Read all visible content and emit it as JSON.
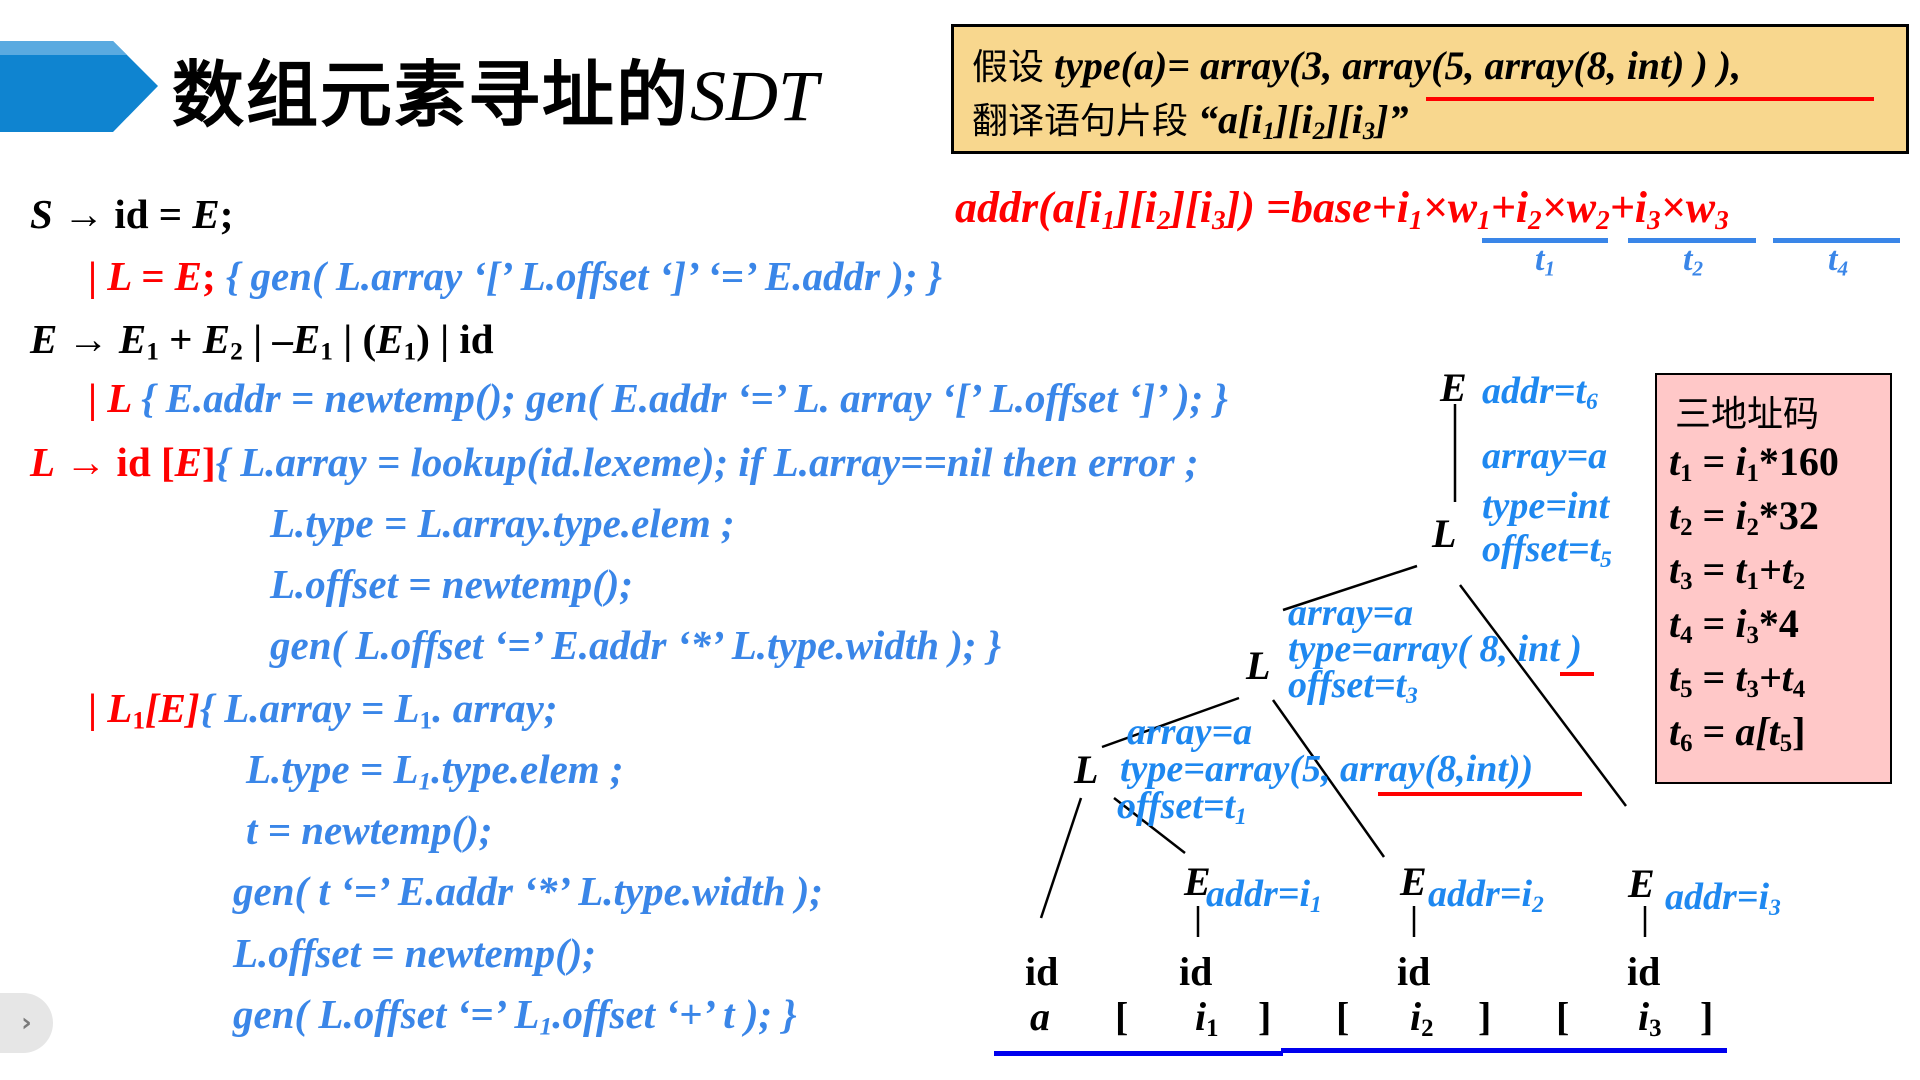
{
  "title": {
    "cn": "数组元素寻址的",
    "sdt": "SDT"
  },
  "colors": {
    "code_blue": "#3A86E8",
    "red": "#FF0000",
    "arrow_main": "#0F84D0",
    "arrow_light": "#5AAAE0",
    "assume_bg": "#F8D78E",
    "tac_bg": "#FFC8C8"
  },
  "assume": {
    "line1_cn": "假设",
    "line1_expr": "type(a)= array(3, array(5, array(8, int) ) ),",
    "line2_cn": "翻译语句片段",
    "line2_expr_pre": "“a[i",
    "line2_sub1": "1",
    "line2_mid1": "][i",
    "line2_sub2": "2",
    "line2_mid2": "][i",
    "line2_sub3": "3",
    "line2_post": "]”"
  },
  "formula": {
    "lhs": "addr(a[i",
    "s1": "1",
    "m1": "][i",
    "s2": "2",
    "m2": "][i",
    "s3": "3",
    "m3": "]) =base+",
    "term1": "i",
    "term1_sub": "1",
    "term1_x": "×w",
    "term1_wsub": "1",
    "plus1": "+",
    "term2": "i",
    "term2_sub": "2",
    "term2_x": "×w",
    "term2_wsub": "2",
    "plus2": "+",
    "term3": "i",
    "term3_sub": "3",
    "term3_x": "×w",
    "term3_wsub": "3",
    "labels": [
      {
        "t": "t",
        "sub": "1"
      },
      {
        "t": "t",
        "sub": "2"
      },
      {
        "t": "t",
        "sub": "4"
      }
    ]
  },
  "code": {
    "l1_lhs": "S",
    "l1_arrow": " → ",
    "l1_rest": "id = ",
    "l1_E": "E",
    "l1_semi": ";",
    "l2_bar": "| ",
    "l2_red": "L = E",
    "l2_semi": "; ",
    "l2_blue": "{ gen( L.array ‘[’ L.offset ‘]’ ‘=’ E.addr ); }",
    "l3_E": "E",
    "l3_arrow": " → ",
    "l3_E1": "E",
    "l3_sub1": "1",
    "l3_plus": " + ",
    "l3_E2": "E",
    "l3_sub2": "2",
    "l3_bar1": " | –",
    "l3_E3": "E",
    "l3_sub3": "1",
    "l3_bar2": " | (",
    "l3_E4": "E",
    "l3_sub4": "1",
    "l3_end": ") | id",
    "l4_bar": "| ",
    "l4_red": "L",
    "l4_blue": " { E.addr = newtemp(); gen( E.addr ‘=’ L. array ‘[’ L.offset ‘]’ ); }",
    "l5_red_L": "L",
    "l5_arrow": " → ",
    "l5_red_id": "id [",
    "l5_red_E": "E",
    "l5_red_close": "]",
    "l5_blue": "{ L.array = lookup(id.lexeme); if L.array==nil then error ;",
    "l6": "L.type = L.array.type.elem ;",
    "l7": "L.offset = newtemp();",
    "l8": "gen( L.offset ‘=’ E.addr ‘*’ L.type.width ); }",
    "l9_bar": "| ",
    "l9_L": "L",
    "l9_sub": "1",
    "l9_E": "[E]",
    "l9_blue_a": "{ L.array = L",
    "l9_blue_sub": "1",
    "l9_blue_b": ". array;",
    "l10_a": "L.type = L",
    "l10_sub": "1",
    "l10_b": ".type.elem ;",
    "l11": "t = newtemp();",
    "l12": "gen( t ‘=’ E.addr ‘*’ L.type.width );",
    "l13": "L.offset = newtemp();",
    "l14_a": "gen( L.offset ‘=’ L",
    "l14_sub": "1",
    "l14_b": ".offset ‘+’ t ); }"
  },
  "tac": {
    "title": "三地址码",
    "lines": [
      {
        "lhs": "t",
        "lsub": "1",
        "eq": " = ",
        "a": "i",
        "asub": "1",
        "rest": "*160"
      },
      {
        "lhs": "t",
        "lsub": "2",
        "eq": " = ",
        "a": "i",
        "asub": "2",
        "rest": "*32"
      },
      {
        "lhs": "t",
        "lsub": "3",
        "eq": " = ",
        "a": "t",
        "asub": "1",
        "rest": "+t",
        "rsub": "2"
      },
      {
        "lhs": "t",
        "lsub": "4",
        "eq": " = ",
        "a": "i",
        "asub": "3",
        "rest": "*4"
      },
      {
        "lhs": "t",
        "lsub": "5",
        "eq": " = ",
        "a": "t",
        "asub": "3",
        "rest": "+t",
        "rsub": "4"
      },
      {
        "lhs": "t",
        "lsub": "6",
        "eq": " = ",
        "a": "a[t",
        "asub": "5",
        "rest": "]"
      }
    ]
  },
  "tree": {
    "root": {
      "label": "E",
      "attr": "addr=t",
      "attr_sub": "6"
    },
    "l_top": {
      "label": "L",
      "attrs": [
        "array=a",
        "type=int",
        "offset=t"
      ],
      "offset_sub": "5"
    },
    "l_mid": {
      "label": "L",
      "attrs": [
        "array=a",
        "type=array( 8, int )",
        "offset=t"
      ],
      "offset_sub": "3"
    },
    "l_low": {
      "label": "L",
      "attrs": [
        "array=a",
        "type=array(5, array(8,int))",
        "offset=t"
      ],
      "offset_sub": "1"
    },
    "e1": {
      "label": "E",
      "attr": "addr=i",
      "attr_sub": "1"
    },
    "e2": {
      "label": "E",
      "attr": "addr=i",
      "attr_sub": "2"
    },
    "e3": {
      "label": "E",
      "attr": "addr=i",
      "attr_sub": "3"
    },
    "id_label": "id",
    "tokens": {
      "a": "a",
      "lb": "[",
      "rb": "]",
      "i": "i",
      "s1": "1",
      "s2": "2",
      "s3": "3"
    }
  },
  "nav": {
    "chevron": "›"
  }
}
